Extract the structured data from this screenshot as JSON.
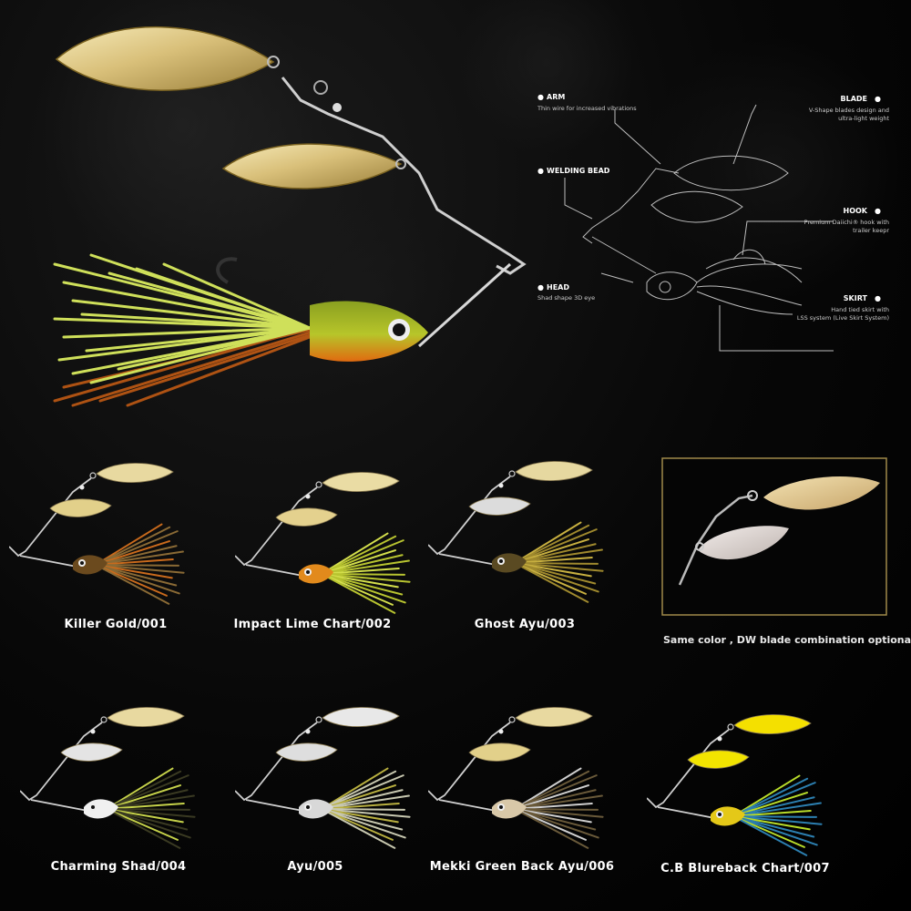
{
  "diagram": {
    "callouts": {
      "arm": {
        "title": "ARM",
        "desc": [
          "Thin wire for increased vibrations"
        ]
      },
      "welding_bead": {
        "title": "WELDING BEAD",
        "desc": []
      },
      "head": {
        "title": "HEAD",
        "desc": [
          "Shad shape 3D eye"
        ]
      },
      "blade": {
        "title": "BLADE",
        "desc": [
          "V-Shape blades design and",
          "ultra-light weight"
        ]
      },
      "hook": {
        "title": "HOOK",
        "desc": [
          "Premium Daiichi® hook with",
          "trailer keepr"
        ]
      },
      "skirt": {
        "title": "SKIRT",
        "desc": [
          "Hand tied skirt with",
          "LSS system (Live Skirt System)"
        ]
      }
    }
  },
  "variants": [
    {
      "name": "Killer Gold/001",
      "blade_top": "#e8d9a0",
      "blade_bottom": "#e2d08a",
      "skirt": "#8a6a35",
      "skirt2": "#c96a1c",
      "head": "#6b4a1e"
    },
    {
      "name": "Impact Lime Chart/002",
      "blade_top": "#eadca4",
      "blade_bottom": "#e4d18e",
      "skirt": "#b8c430",
      "skirt2": "#d4df4c",
      "head": "#e28a1c"
    },
    {
      "name": "Ghost Ayu/003",
      "blade_top": "#e6d8a0",
      "blade_bottom": "#dcdcdc",
      "skirt": "#a08a2e",
      "skirt2": "#c8b040",
      "head": "#5a4a22"
    },
    {
      "name": "Charming Shad/004",
      "blade_top": "#e8d9a0",
      "blade_bottom": "#e4e4e4",
      "skirt": "#3a3a22",
      "skirt2": "#c6d24a",
      "head": "#f0f0f0"
    },
    {
      "name": "Ayu/005",
      "blade_top": "#e8e8e8",
      "blade_bottom": "#dedede",
      "skirt": "#c8c8b0",
      "skirt2": "#b9b040",
      "head": "#d8d8d8"
    },
    {
      "name": "Mekki Green Back Ayu/006",
      "blade_top": "#e8d9a0",
      "blade_bottom": "#e2d08a",
      "skirt": "#6a5a3a",
      "skirt2": "#cfcfcf",
      "head": "#d8c8a8"
    },
    {
      "name": "C.B Blureback Chart/007",
      "blade_top": "#f4e000",
      "blade_bottom": "#f2e400",
      "skirt": "#2c7fb0",
      "skirt2": "#b8dc2a",
      "head": "#e4c818"
    }
  ],
  "blade_option": {
    "note": "Same  color , DW blade combination optional"
  },
  "colors": {
    "gold": "#d9c27a",
    "frame": "#a08a4a",
    "background": "#000000"
  }
}
